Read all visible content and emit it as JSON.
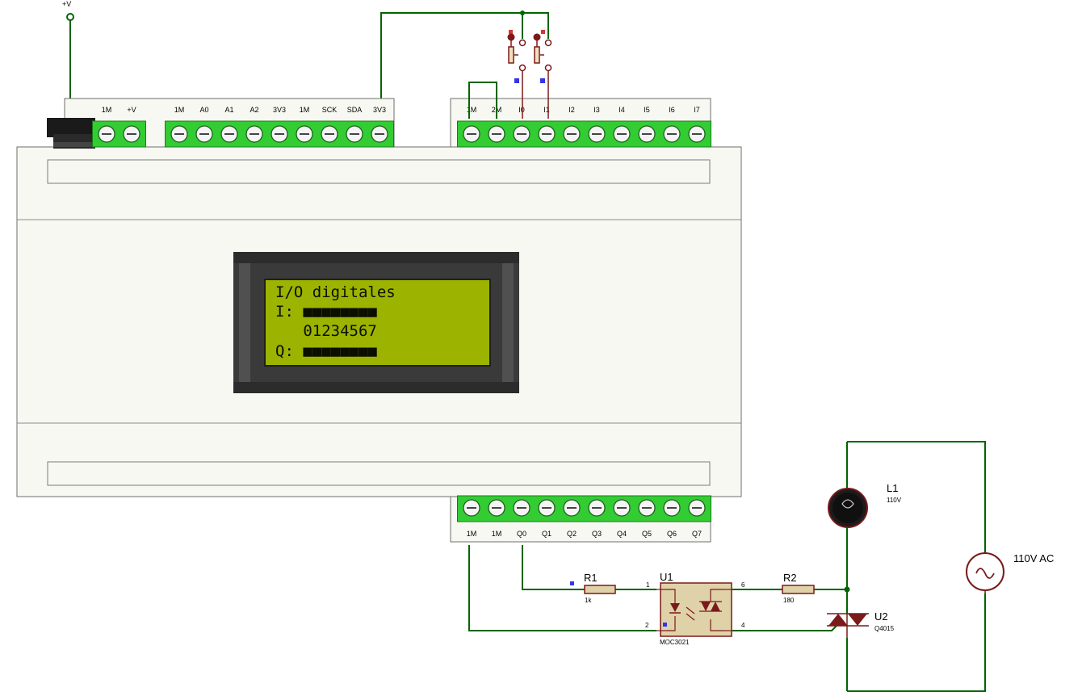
{
  "supply": {
    "label": "+V"
  },
  "plc": {
    "top_left_terminals": [
      "1M",
      "+V"
    ],
    "top_analog_terminals": [
      "1M",
      "A0",
      "A1",
      "A2",
      "3V3",
      "1M",
      "SCK",
      "SDA",
      "3V3"
    ],
    "top_input_terminals": [
      "1M",
      "2M",
      "I0",
      "I1",
      "I2",
      "I3",
      "I4",
      "I5",
      "I6",
      "I7"
    ],
    "bottom_output_terminals": [
      "1M",
      "1M",
      "Q0",
      "Q1",
      "Q2",
      "Q3",
      "Q4",
      "Q5",
      "Q6",
      "Q7"
    ]
  },
  "lcd": {
    "lines": [
      "I/O digitales",
      "I: ■■■■■■■■",
      "   01234567",
      "Q: ■■■■■■■■"
    ],
    "background_color": "#9cb300",
    "bezel_color": "#3a3a3a"
  },
  "components": {
    "r1": {
      "ref": "R1",
      "value": "1k"
    },
    "r2": {
      "ref": "R2",
      "value": "180"
    },
    "u1": {
      "ref": "U1",
      "part": "MOC3021",
      "pins": [
        "1",
        "2",
        "6",
        "4"
      ]
    },
    "u2": {
      "ref": "U2",
      "part": "Q4015"
    },
    "l1": {
      "ref": "L1",
      "value": "110V"
    },
    "source": {
      "label": "110V AC"
    }
  },
  "colors": {
    "wire": "#006400",
    "component": "#7a1a1a",
    "terminal_green": "#33cc33",
    "plc_body": "#f8f8f2",
    "pin_marker_red": "#e03030",
    "pin_marker_blue": "#3333ee"
  }
}
